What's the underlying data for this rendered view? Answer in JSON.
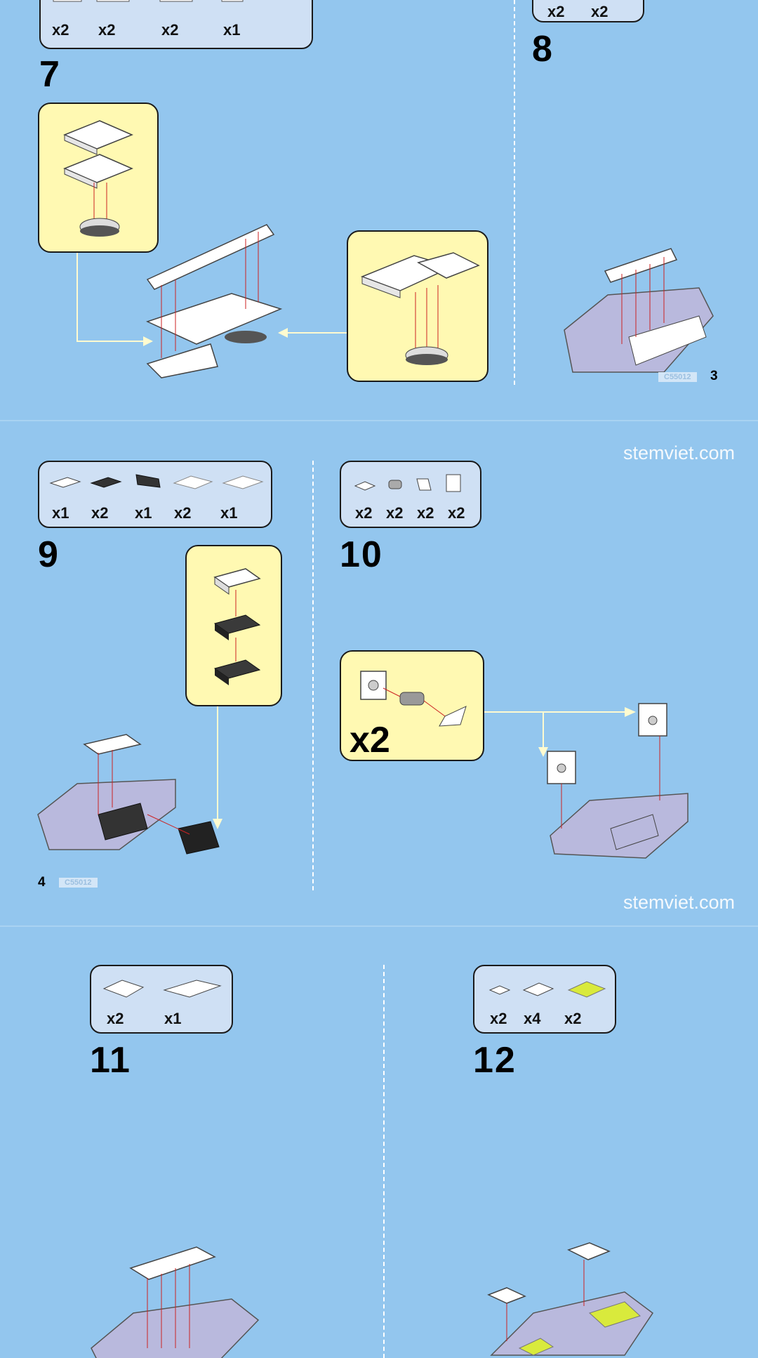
{
  "colors": {
    "background": "#93c6ee",
    "parts_box": "#cfe0f4",
    "callout": "#fff9b2",
    "brick_white": "#ffffff",
    "brick_lavender": "#b9b9dd",
    "brick_dark": "#3a3a3a",
    "brick_lime": "#d9ea3c",
    "guide_red": "#cc2222"
  },
  "page_top": {
    "step7": {
      "number": "7",
      "parts_qty": [
        "x2",
        "x2",
        "x2",
        "x1"
      ]
    },
    "step8": {
      "number": "8",
      "parts_qty": [
        "x2",
        "x2"
      ]
    },
    "page_number": "3",
    "set_code": "C55012"
  },
  "page_middle": {
    "step9": {
      "number": "9",
      "parts_qty": [
        "x1",
        "x2",
        "x1",
        "x2",
        "x1"
      ]
    },
    "step10": {
      "number": "10",
      "parts_qty": [
        "x2",
        "x2",
        "x2",
        "x2"
      ],
      "callout_multiplier": "x2"
    },
    "page_number": "4",
    "set_code": "C55012",
    "watermark_top": "stemviet.com",
    "watermark_bottom": "stemviet.com"
  },
  "page_bottom": {
    "step11": {
      "number": "11",
      "parts_qty": [
        "x2",
        "x1"
      ]
    },
    "step12": {
      "number": "12",
      "parts_qty": [
        "x2",
        "x4",
        "x2"
      ]
    }
  }
}
